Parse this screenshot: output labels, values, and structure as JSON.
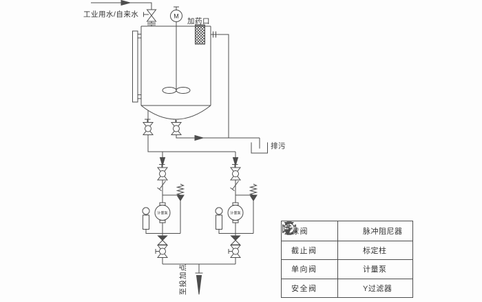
{
  "diagram": {
    "labels": {
      "inlet": "工业用水/自来水",
      "dosing_port": "加药口",
      "drain": "排污",
      "dosing_point": "至投加点",
      "motor": "M",
      "pump_inner": "计量泵"
    },
    "colors": {
      "line": "#4d4d4d",
      "text": "#333333",
      "background": "#fdfdfd"
    }
  },
  "legend": {
    "items": [
      {
        "icon": "ball-valve-icon",
        "label": "球阀"
      },
      {
        "icon": "pulse-damper-icon",
        "label": "脉冲阻尼器"
      },
      {
        "icon": "globe-valve-icon",
        "label": "截止阀"
      },
      {
        "icon": "calibration-column-icon",
        "label": "标定柱"
      },
      {
        "icon": "check-valve-icon",
        "label": "单向阀"
      },
      {
        "icon": "metering-pump-icon",
        "label": "计量泵"
      },
      {
        "icon": "safety-valve-icon",
        "label": "安全阀"
      },
      {
        "icon": "y-strainer-icon",
        "label": "Y过滤器"
      }
    ]
  }
}
